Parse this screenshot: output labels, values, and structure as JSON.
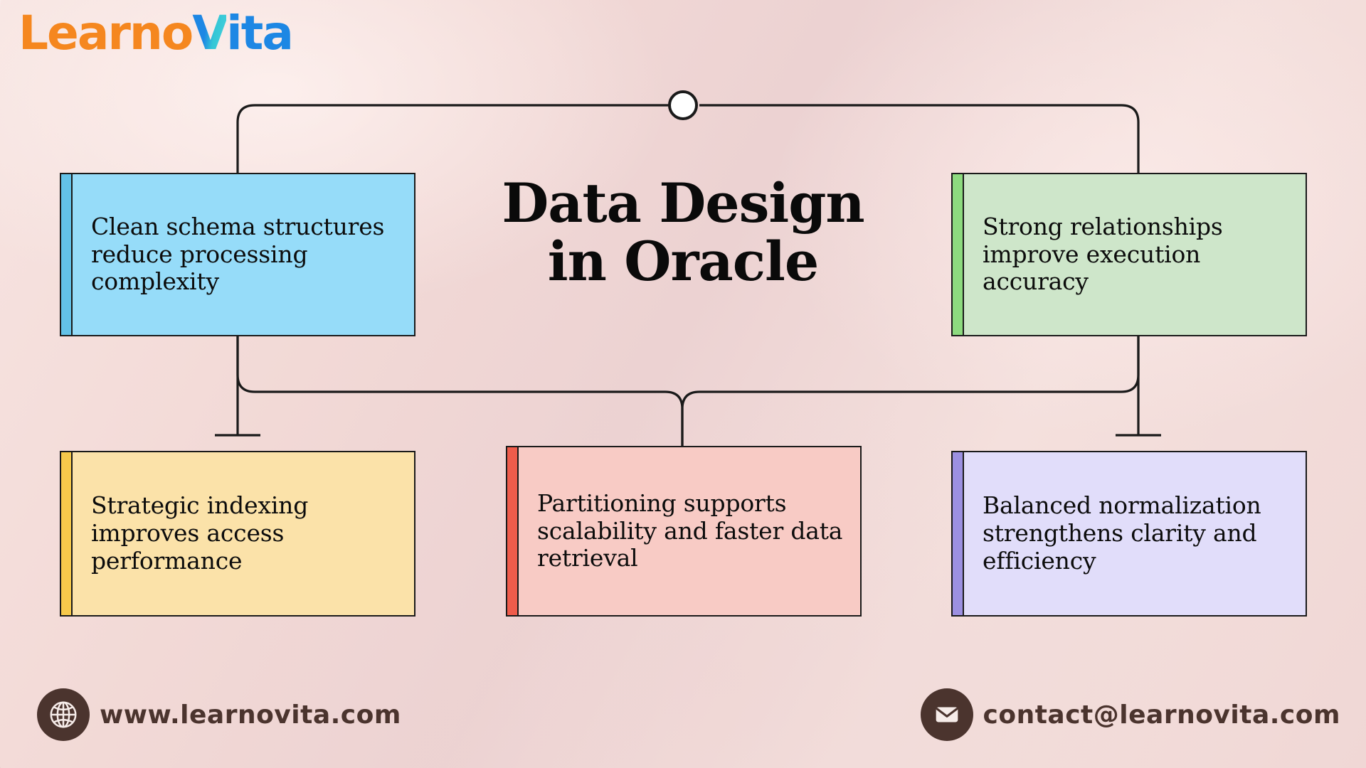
{
  "brand": {
    "logo_part1": "Learno",
    "logo_part2": "V",
    "logo_part3": "ita",
    "orange": "#f5871f",
    "blue": "#1d87e4",
    "teal": "#46d2dc"
  },
  "headline": {
    "line1": "Data Design",
    "line2": "in Oracle"
  },
  "background_color": "#f2d9d6",
  "cards": [
    {
      "id": "clean-schema",
      "text": "Clean schema structures reduce processing complexity",
      "fill": "#96dcf9",
      "accent": "#63c2e8",
      "position": "top-left"
    },
    {
      "id": "strong-relationships",
      "text": "Strong relationships improve execution accuracy",
      "fill": "#cee6ca",
      "accent": "#8dda7f",
      "position": "top-right"
    },
    {
      "id": "strategic-indexing",
      "text": "Strategic indexing improves access performance",
      "fill": "#fbe2a9",
      "accent": "#f6c94b",
      "position": "bottom-left"
    },
    {
      "id": "partitioning",
      "text": "Partitioning supports scalability and faster data retrieval",
      "fill": "#f8cbc5",
      "accent": "#ef5c4b",
      "position": "bottom-center"
    },
    {
      "id": "balanced-normalization",
      "text": "Balanced normalization strengthens clarity and efficiency",
      "fill": "#e1ddfa",
      "accent": "#9c90e1",
      "position": "bottom-right"
    }
  ],
  "connectors": {
    "hub_marker": "circle",
    "hub_fill": "#ffffff",
    "line_color": "#1a1a1a"
  },
  "footer": {
    "website_icon": "globe-icon",
    "website": "www.learnovita.com",
    "email_icon": "envelope-icon",
    "email": "contact@learnovita.com",
    "icon_color": "#4b342e"
  }
}
